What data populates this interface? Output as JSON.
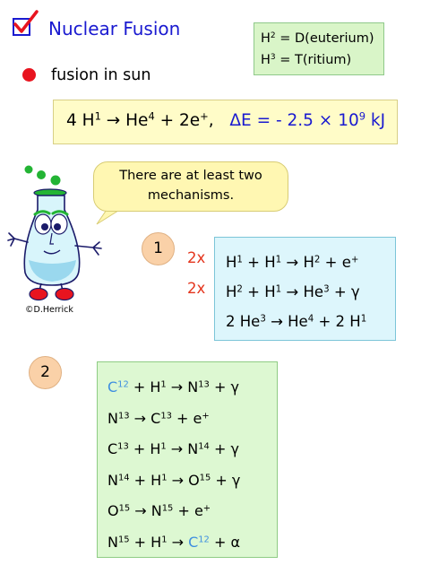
{
  "header": {
    "title": "Nuclear Fusion"
  },
  "definitions": [
    {
      "symbol": "H",
      "mass": "2",
      "rest": " = D(euterium)"
    },
    {
      "symbol": "H",
      "mass": "3",
      "rest": " = T(ritium)"
    }
  ],
  "bullet": {
    "text": "fusion in sun"
  },
  "overall": {
    "count": "4 H",
    "h_mass": "1",
    "arrow": "→",
    "he": " He",
    "he_mass": "4",
    "plus_e": " + 2e",
    "e_charge": "+",
    "comma": ",",
    "delta_prefix": "ΔE = - 2.5 × 10",
    "delta_exp": "9",
    "delta_unit": " kJ"
  },
  "speech_bubble": {
    "line1": "There are at least two",
    "line2": "mechanisms."
  },
  "credit": "©D.Herrick",
  "mechanism1": {
    "number": "1",
    "multipliers": [
      "2x",
      "2x"
    ],
    "reactions": [
      {
        "a": "H",
        "b": "1",
        "c": " + H",
        "d": "1",
        "e": " → H",
        "f": "2",
        "g": " + e",
        "h": "+"
      },
      {
        "a": "H",
        "b": "2",
        "c": " + H",
        "d": "1",
        "e": " → He",
        "f": "3",
        "g": " + γ",
        "h": ""
      },
      {
        "a": "2 He",
        "b": "3",
        "c": " → He",
        "d": "4",
        "e": " + 2 H",
        "f": "1",
        "g": "",
        "h": ""
      }
    ]
  },
  "mechanism2": {
    "number": "2",
    "reactions": [
      {
        "a": "C",
        "b": "12",
        "c": " + H",
        "d": "1",
        "e": " → N",
        "f": "13",
        "g": " + γ",
        "h": ""
      },
      {
        "a": "N",
        "b": "13",
        "c": " → C",
        "d": "13",
        "e": " + e",
        "f": "+",
        "g": "",
        "h": ""
      },
      {
        "a": "C",
        "b": "13",
        "c": " + H",
        "d": "1",
        "e": " → N",
        "f": "14",
        "g": " + γ",
        "h": ""
      },
      {
        "a": "N",
        "b": "14",
        "c": " + H",
        "d": "1",
        "e": " → O",
        "f": "15",
        "g": " + γ",
        "h": ""
      },
      {
        "a": "O",
        "b": "15",
        "c": " → N",
        "d": "15",
        "e": " + e",
        "f": "+",
        "g": "",
        "h": ""
      },
      {
        "a": "N",
        "b": "15",
        "c": " + H",
        "d": "1",
        "e": " → C",
        "f": "12",
        "g": " + α",
        "h": ""
      }
    ]
  },
  "colors": {
    "title_blue": "#1a1ad0",
    "multiplier_red": "#e4351d",
    "carbon12_blue": "#3f8fe0",
    "bullet_red": "#e8141f"
  }
}
